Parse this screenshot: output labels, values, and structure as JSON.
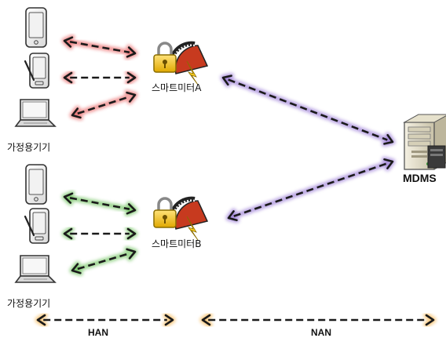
{
  "labels": {
    "meter_a": "스마트미터A",
    "meter_b": "스마트미터B",
    "appliances_top": "가정용기기",
    "appliances_bottom": "가정용기기",
    "server": "MDMS",
    "han": "HAN",
    "nan": "NAN"
  },
  "colors": {
    "han_top_arrows": "#e23b3b",
    "han_bottom_arrows": "#45b02d",
    "nan_arrows": "#7b52c9",
    "scale_arrows": "#f39c12",
    "arrow_core": "#1a1a1a"
  },
  "icons": {
    "phone": "smartphone-icon",
    "pda": "pda-stylus-icon",
    "laptop": "laptop-icon",
    "meter": "smart-meter-lock-icon",
    "server": "server-tower-icon"
  }
}
